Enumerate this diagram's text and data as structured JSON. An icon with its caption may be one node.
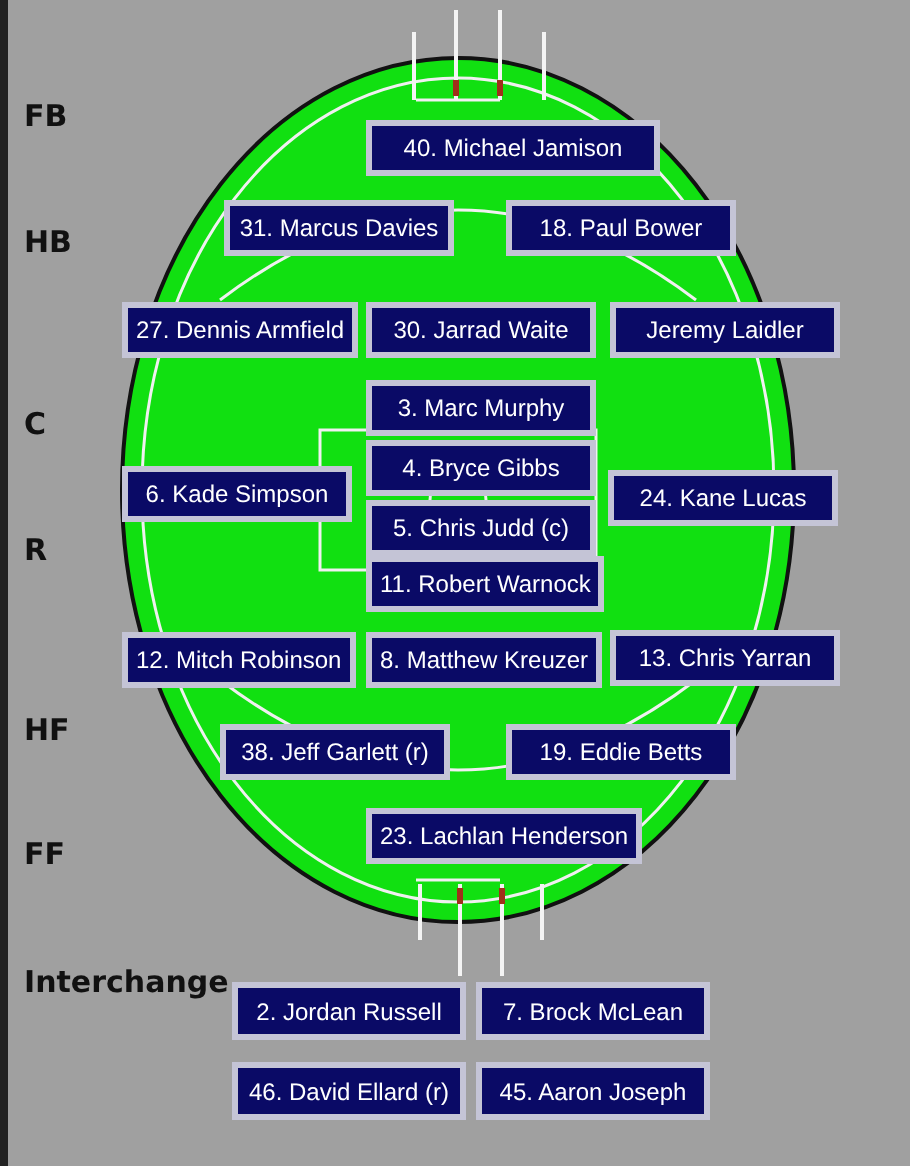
{
  "diagram": {
    "nodes": [
      {
        "text": [
          "40. Michael Jamison"
        ]
      },
      {
        "text": [
          "31. Marcus Davies"
        ]
      },
      {
        "text": [
          "18. Paul Bower"
        ]
      },
      {
        "text": [
          "27. Dennis Armfield"
        ]
      },
      {
        "text": [
          "30. Jarrad Waite"
        ]
      },
      {
        "text": [
          "Jeremy Laidler"
        ]
      },
      {
        "text": [
          "3. Marc Murphy"
        ]
      },
      {
        "text": [
          "4. Bryce Gibbs"
        ]
      },
      {
        "text": [
          "6. Kade Simpson"
        ]
      },
      {
        "text": [
          "24. Kane Lucas"
        ]
      },
      {
        "text": [
          "5. Chris Judd (c)"
        ]
      },
      {
        "text": [
          "11. Robert Warnock"
        ]
      },
      {
        "text": [
          "12. Mitch Robinson"
        ]
      },
      {
        "text": [
          "8. Matthew Kreuzer"
        ]
      },
      {
        "text": [
          "13. Chris Yarran"
        ]
      },
      {
        "text": [
          "38. Jeff Garlett (r)"
        ]
      },
      {
        "text": [
          "19. Eddie Betts"
        ]
      },
      {
        "text": [
          "23. Lachlan Henderson"
        ]
      },
      {
        "text": [
          "2. Jordan Russell"
        ]
      },
      {
        "text": [
          "7. Brock McLean"
        ]
      },
      {
        "text": [
          "46. David Ellard (r)"
        ]
      },
      {
        "text": [
          "45. Aaron Joseph"
        ]
      }
    ],
    "labels": [
      "FB",
      "HB",
      "C",
      "R",
      "HF",
      "FF",
      "Interchange"
    ]
  }
}
